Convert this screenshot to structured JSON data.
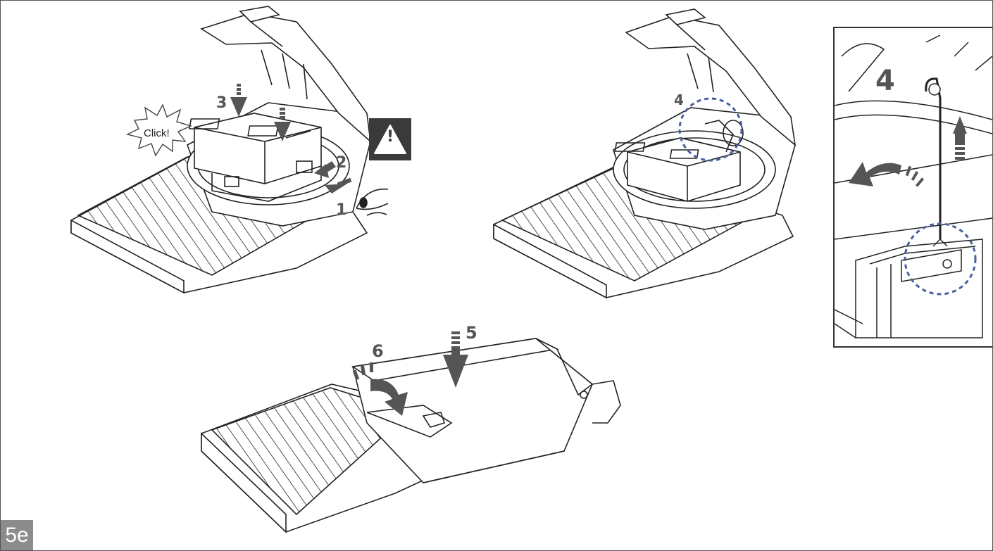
{
  "figure": {
    "label": "5e"
  },
  "steps": {
    "step1": "1",
    "step2": "2",
    "step3": "3",
    "step4_main": "4",
    "step4_inset": "4",
    "step5": "5",
    "step6": "6"
  },
  "callout": {
    "click_text": "Click!"
  },
  "warning": {
    "icon": "warning-triangle-icon",
    "mark": "!"
  },
  "colors": {
    "highlight_dashed": "#4a5fa0",
    "arrow_gray": "#555555",
    "badge_gray": "#8c8c8c",
    "warning_box": "#3a3a3a"
  }
}
